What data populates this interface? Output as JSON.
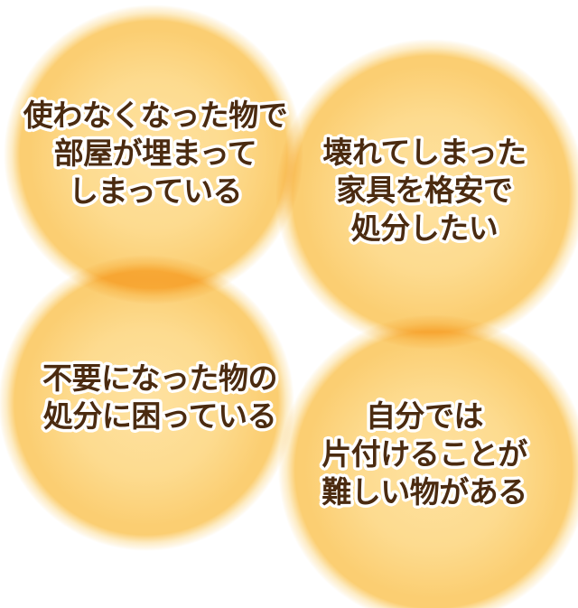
{
  "page": {
    "background": "#FFFFFF"
  },
  "colors": {
    "page-bg": "#FFFFFF",
    "bubble-center": "#FEE2A1",
    "bubble-mid": "#FDDB8F",
    "bubble-ring": "#FBCE72",
    "bubble-rim": "#FDECC5",
    "bubble-fade": "#FEF7E8",
    "text-color": "#4B2B10",
    "text-outline": "#FFFFFF"
  },
  "bubbles": [
    {
      "name": "unused-items-fill-room",
      "lines": [
        "使わなくなった物で",
        "部屋が埋まって",
        "しまっている"
      ]
    },
    {
      "name": "broken-furniture-cheap-disposal",
      "lines": [
        "壊れてしまった",
        "家具を格安で",
        "処分したい"
      ]
    },
    {
      "name": "trouble-disposing-unneeded-items",
      "lines": [
        "不要になった物の",
        "処分に困っている"
      ]
    },
    {
      "name": "items-hard-to-tidy-alone",
      "lines": [
        "自分では",
        "片付けることが",
        "難しい物がある"
      ]
    }
  ]
}
